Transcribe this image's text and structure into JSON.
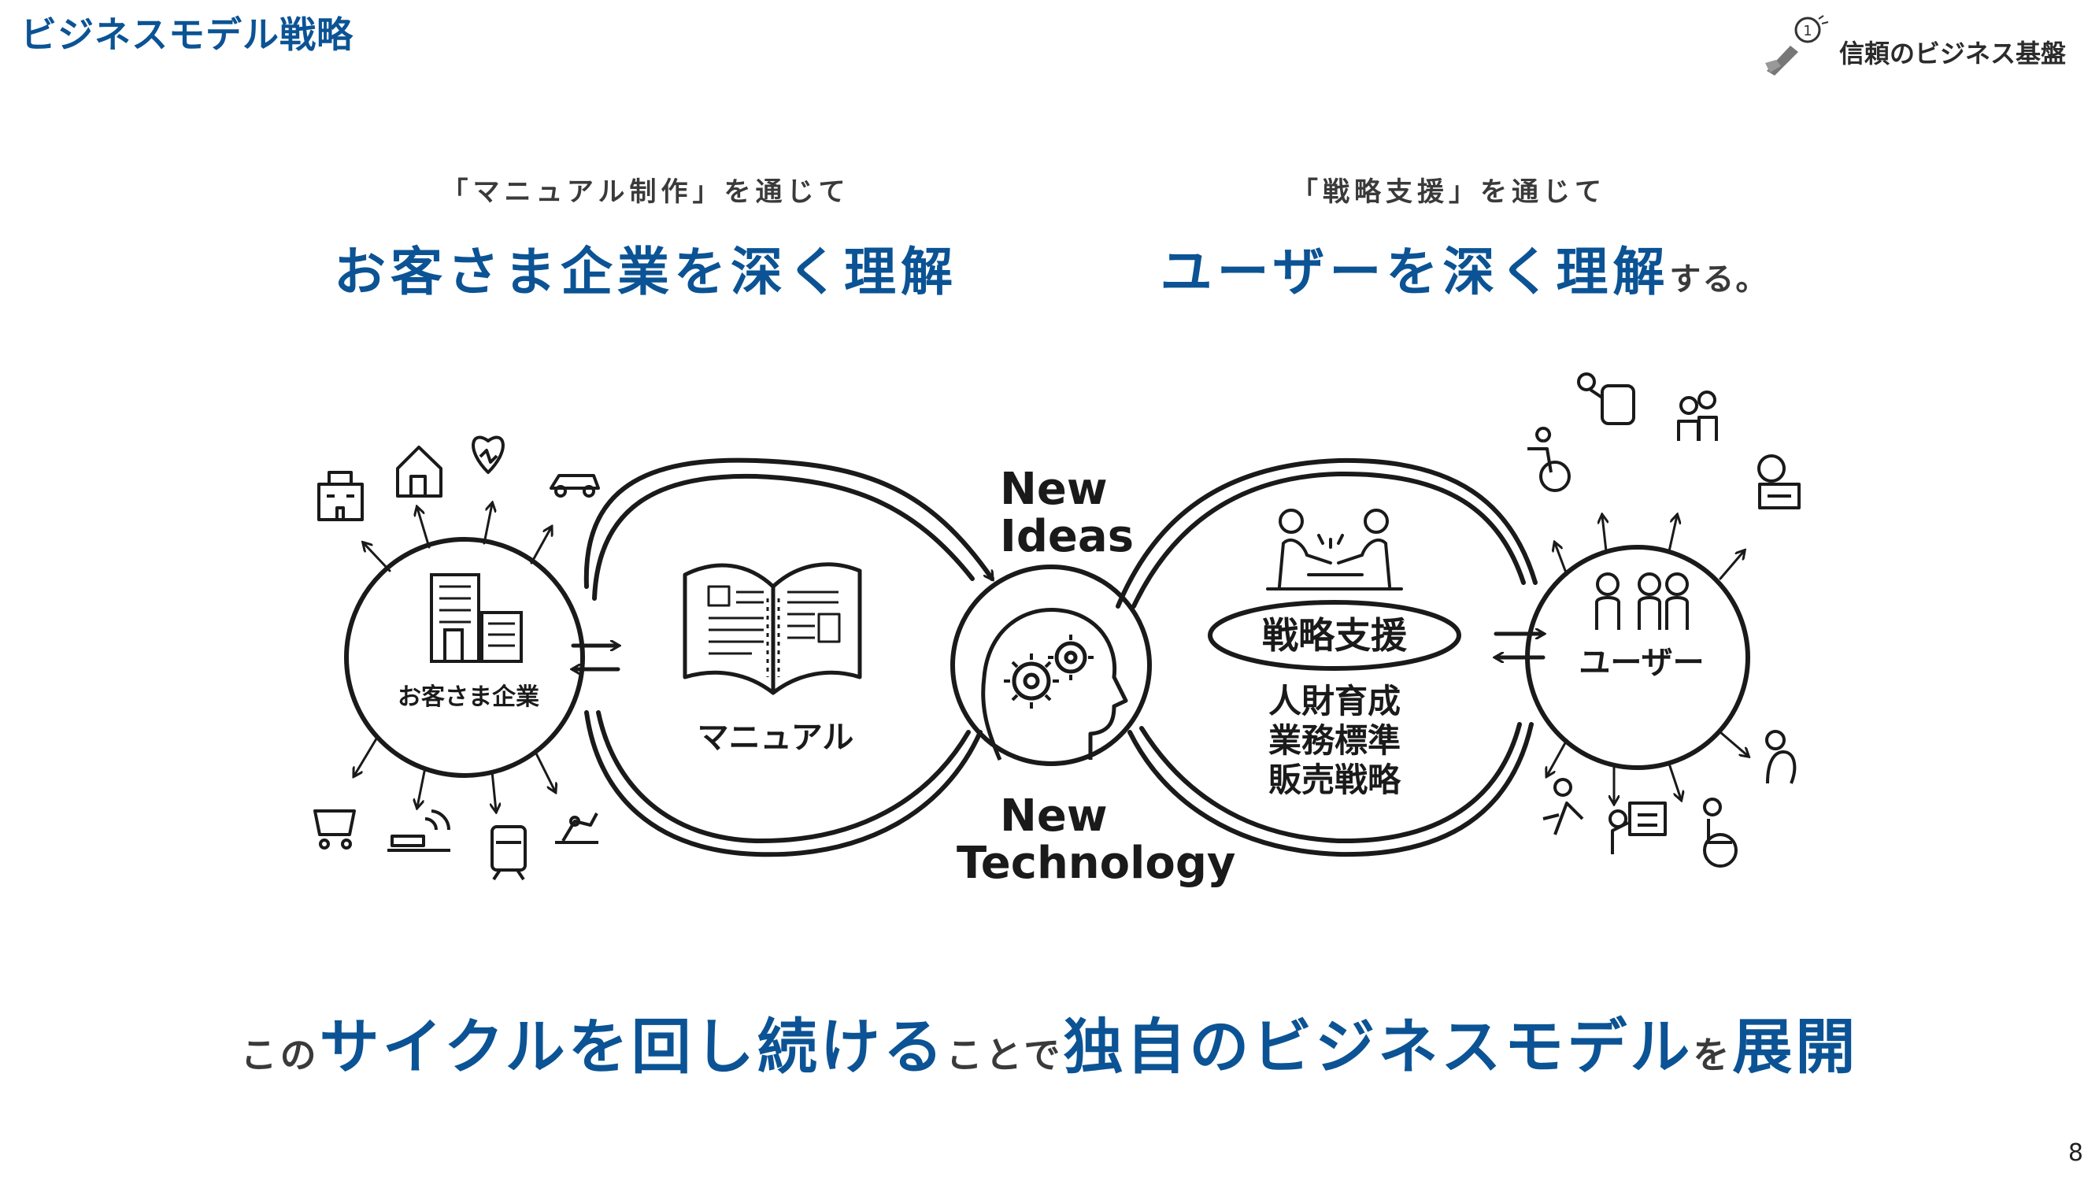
{
  "header": {
    "title": "ビジネスモデル戦略",
    "brand_number": "1",
    "brand_label": "信頼のビジネス基盤"
  },
  "left_block": {
    "subtitle": "「マニュアル制作」を通じて",
    "headline": "お客さま企業を深く理解"
  },
  "right_block": {
    "subtitle": "「戦略支援」を通じて",
    "headline_main": "ユーザーを深く理解",
    "headline_suffix": "する。"
  },
  "diagram": {
    "client_label": "お客さま企業",
    "manual_label": "マニュアル",
    "new_ideas_1": "New",
    "new_ideas_2": "Ideas",
    "new_tech_1": "New",
    "new_tech_2": "Technology",
    "strategy_label": "戦略支援",
    "strategy_items": [
      "人財育成",
      "業務標準",
      "販売戦略"
    ],
    "user_label": "ユーザー"
  },
  "bottom": {
    "p1": "この",
    "p2": "サイクルを回し続ける",
    "p3": "ことで",
    "p4": "独自のビジネスモデル",
    "p5": "を",
    "p6": "展開"
  },
  "page_number": "8",
  "colors": {
    "accent": "#0b5394",
    "ink": "#1a1a1a"
  }
}
